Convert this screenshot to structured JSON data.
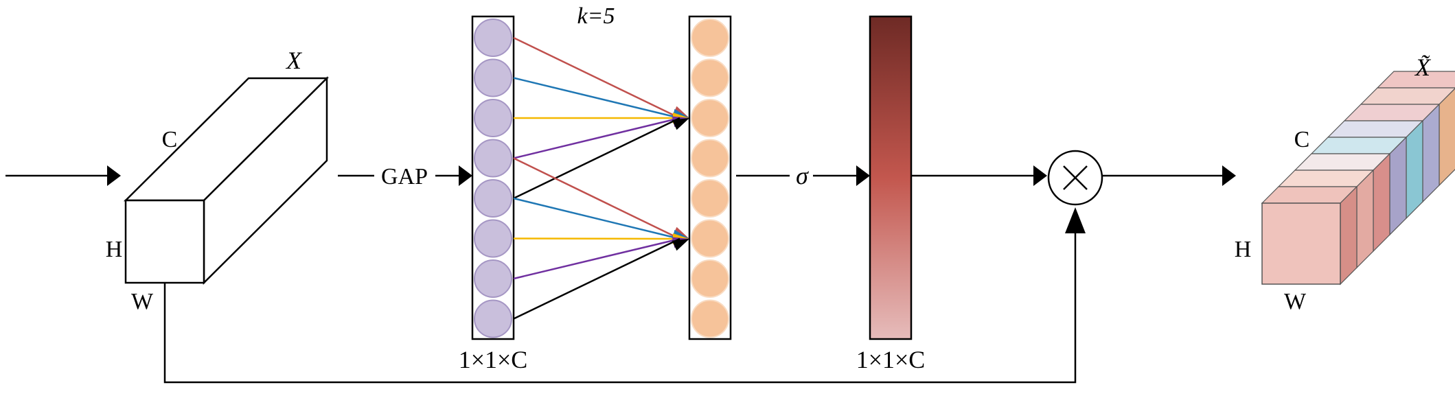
{
  "input_tensor": {
    "name": "X",
    "dim_c": "C",
    "dim_h": "H",
    "dim_w": "W"
  },
  "gap_label": "GAP",
  "kernel_label": "k=5",
  "vector_shape_1": "1×1×C",
  "vector_shape_2": "1×1×C",
  "sigma_label": "σ",
  "multiply_symbol": "×",
  "output_tensor": {
    "name": "X̃",
    "dim_c": "C",
    "dim_h": "H",
    "dim_w": "W"
  },
  "colors": {
    "pooled_circle_fill": "#c9bfdc",
    "pooled_circle_stroke": "#a596c4",
    "conv_circle_fill": "#f6c39a",
    "conv_circle_stroke": "#f9dcc3",
    "conv_lines": [
      "#c0504d",
      "#1f77b4",
      "#f5b800",
      "#7030a0",
      "#000000"
    ],
    "weight_bar_top": "#6e2a25",
    "weight_bar_mid": "#c3574e",
    "weight_bar_bottom": "#e6bcbb",
    "output_slices": [
      "#efc3bc",
      "#f6dad2",
      "#f3e9ea",
      "#cfe7ee",
      "#dfe0ee",
      "#efcfd1",
      "#f1d3cd",
      "#efc6c4"
    ],
    "output_side_slices": [
      "#d68f88",
      "#e3aaa2",
      "#d88f8b",
      "#a7a3c9",
      "#8ac6d3",
      "#ababd0",
      "#e7b38c",
      "#d6776f"
    ]
  }
}
